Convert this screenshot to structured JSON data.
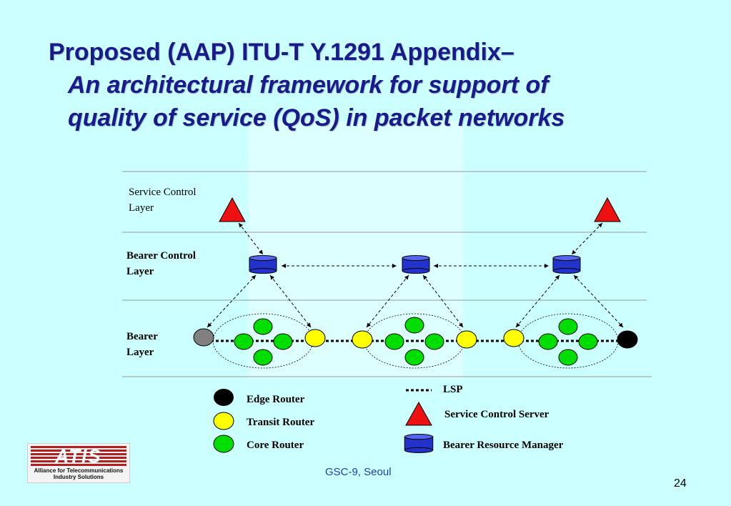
{
  "title": {
    "line1": "Proposed (AAP) ITU-T Y.1291 Appendix–",
    "line2": "An architectural framework for support of",
    "line3": "quality of service (QoS) in packet networks"
  },
  "layers": {
    "service_control": [
      "Service Control",
      "Layer"
    ],
    "bearer_control": [
      "Bearer Control",
      "Layer"
    ],
    "bearer": [
      "Bearer",
      "Layer"
    ]
  },
  "legend": {
    "edge_router": "Edge Router",
    "transit_router": "Transit Router",
    "core_router": "Core Router",
    "lsp": "LSP",
    "service_control_server": "Service Control Server",
    "bearer_resource_manager": "Bearer Resource Manager"
  },
  "colors": {
    "edge_router": "#000000",
    "edge_router_gray": "#808080",
    "transit_router": "#ffff00",
    "core_router": "#00dd00",
    "service_control_server": "#ee1111",
    "bearer_resource_manager": "#2233cc",
    "title": "#1a1a8c"
  },
  "footer": "GSC-9, Seoul",
  "page_number": "24",
  "logo": {
    "mark": "ATIS",
    "text_line1": "Alliance for Telecommunications",
    "text_line2": "Industry Solutions"
  }
}
